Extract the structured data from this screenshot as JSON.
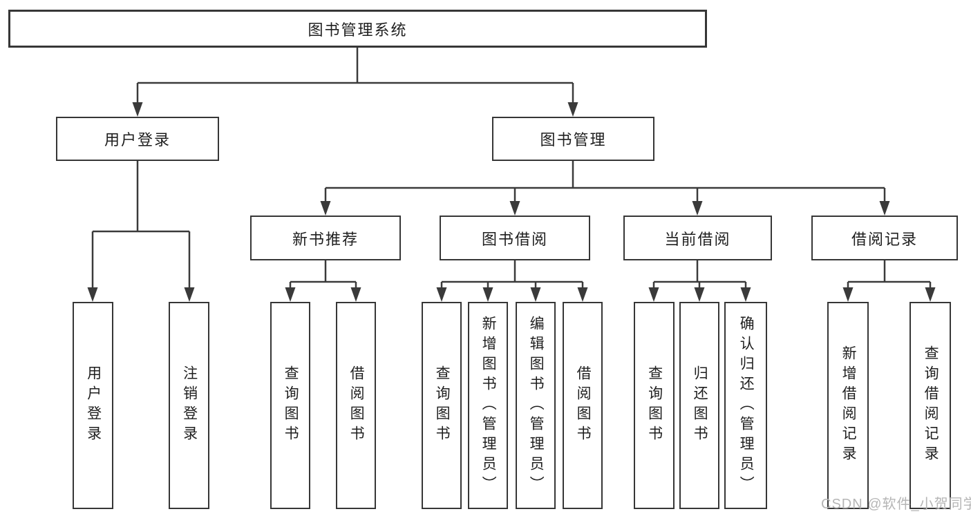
{
  "diagram": {
    "root": {
      "label": "图书管理系统"
    },
    "branches": [
      {
        "label": "用户登录",
        "children": [
          {
            "label": "用户登录"
          },
          {
            "label": "注销登录"
          }
        ]
      },
      {
        "label": "图书管理",
        "children": [
          {
            "label": "新书推荐",
            "children": [
              {
                "label": "查询图书"
              },
              {
                "label": "借阅图书"
              }
            ]
          },
          {
            "label": "图书借阅",
            "children": [
              {
                "label": "查询图书"
              },
              {
                "label": "新增图书（管理员）"
              },
              {
                "label": "编辑图书（管理员）"
              },
              {
                "label": "借阅图书"
              }
            ]
          },
          {
            "label": "当前借阅",
            "children": [
              {
                "label": "查询图书"
              },
              {
                "label": "归还图书"
              },
              {
                "label": "确认归还（管理员）"
              }
            ]
          },
          {
            "label": "借阅记录",
            "children": [
              {
                "label": "新增借阅记录"
              },
              {
                "label": "查询借阅记录"
              }
            ]
          }
        ]
      }
    ]
  },
  "colors": {
    "line": "#3a3a3a",
    "border": "#363636",
    "text": "#1e1e1e",
    "watermark": "#b5b5b5"
  },
  "watermark": {
    "text": "CSDN @软件_小贺同学"
  }
}
